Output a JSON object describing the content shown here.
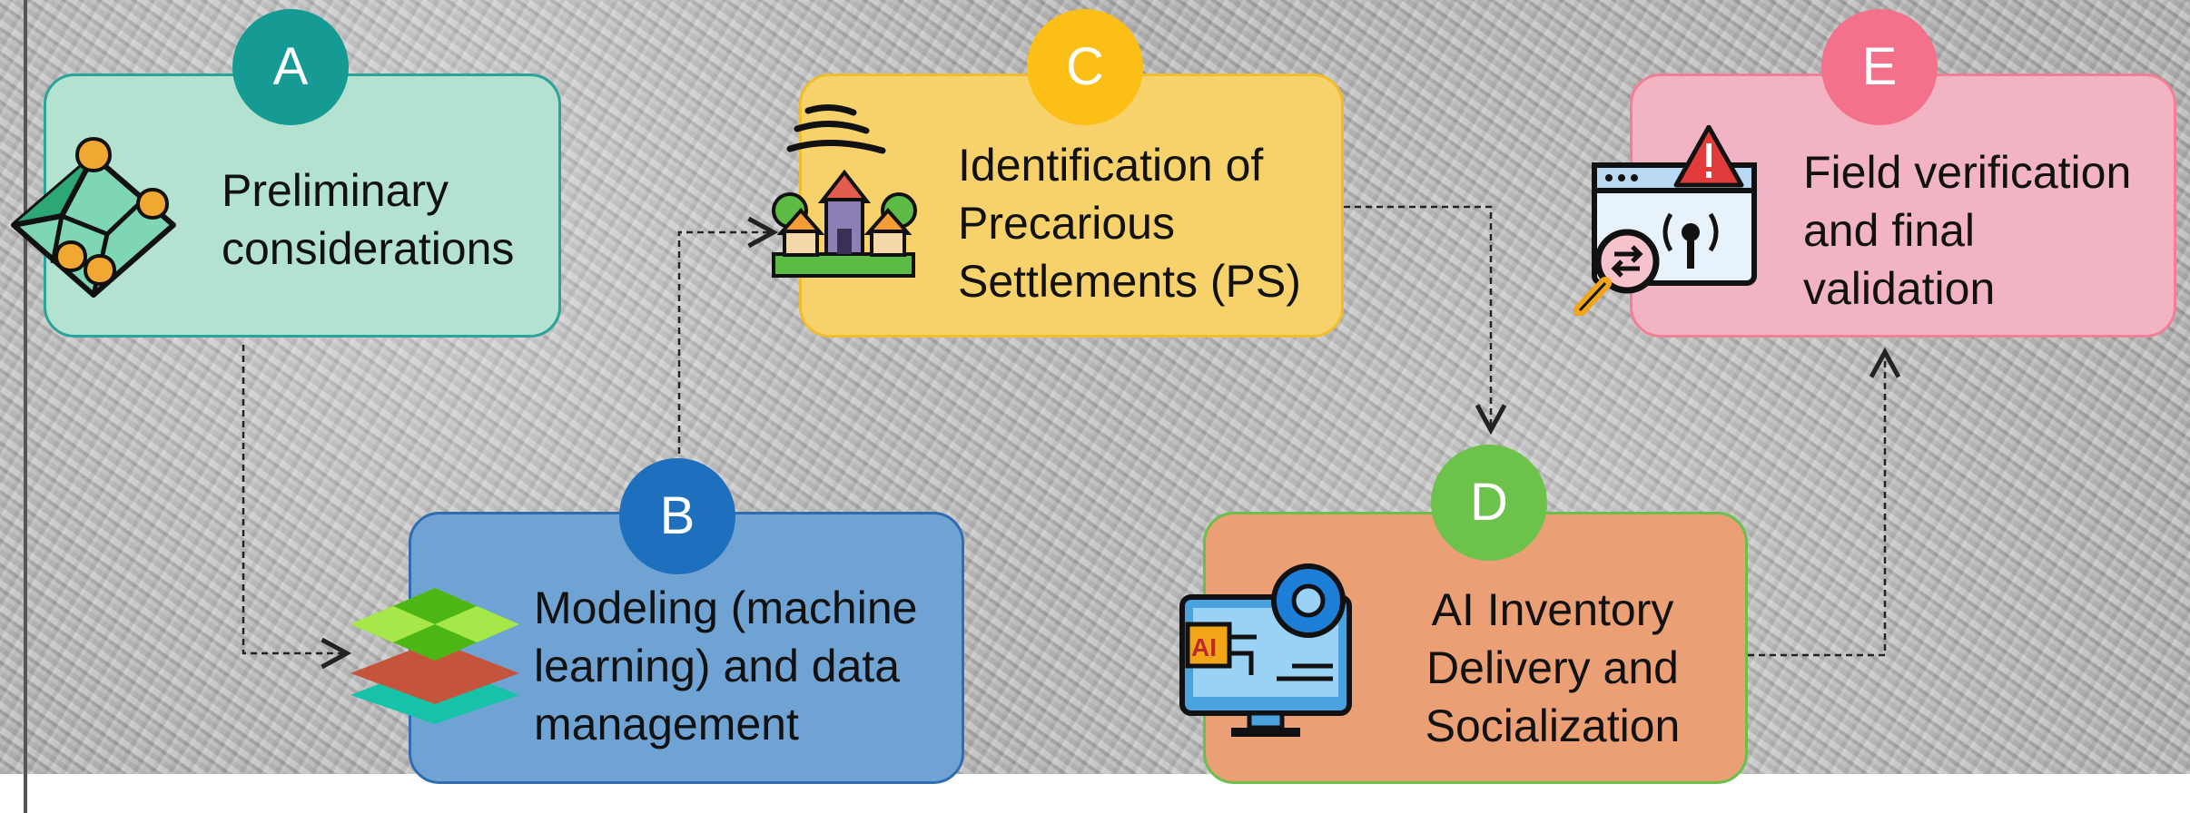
{
  "steps": [
    {
      "letter": "A",
      "lines": [
        "Preliminary",
        "considerations"
      ],
      "icon": "map-pins-icon",
      "color": "#159b94"
    },
    {
      "letter": "B",
      "lines": [
        "Modeling (machine",
        "learning) and data",
        "management"
      ],
      "icon": "layers-icon",
      "color": "#1e6fbd"
    },
    {
      "letter": "C",
      "lines": [
        "Identification of",
        "Precarious",
        "Settlements (PS)"
      ],
      "icon": "houses-signal-icon",
      "color": "#fbbf16"
    },
    {
      "letter": "D",
      "lines": [
        "AI Inventory",
        "Delivery and",
        "Socialization"
      ],
      "icon": "ai-monitor-icon",
      "color": "#6cc24a"
    },
    {
      "letter": "E",
      "lines": [
        "Field verification",
        "and final",
        "validation"
      ],
      "icon": "web-verification-icon",
      "color": "#f4718c"
    }
  ]
}
